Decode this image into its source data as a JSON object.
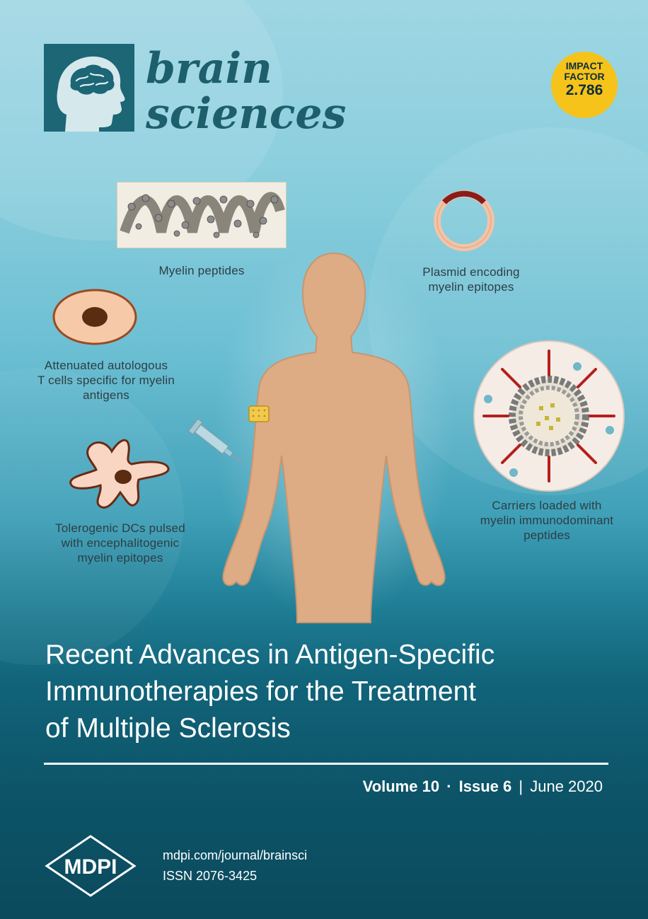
{
  "journal": {
    "name_line1": "brain",
    "name_line2": "sciences",
    "logo_icon": "head-brain-icon",
    "brand_color": "#1c6676"
  },
  "impact_factor": {
    "line1": "IMPACT",
    "line2": "FACTOR",
    "value": "2.786",
    "color": "#f5c31a"
  },
  "illustration": {
    "labels": {
      "myelin_peptides": "Myelin peptides",
      "plasmid_l1": "Plasmid encoding",
      "plasmid_l2": "myelin epitopes",
      "tcells_l1": "Attenuated autologous",
      "tcells_l2": "T cells specific for myelin",
      "tcells_l3": "antigens",
      "dcs_l1": "Tolerogenic DCs pulsed",
      "dcs_l2": "with encephalitogenic",
      "dcs_l3": "myelin epitopes",
      "carriers_l1": "Carriers loaded with",
      "carriers_l2": "myelin immunodominant",
      "carriers_l3": "peptides"
    }
  },
  "article": {
    "title_l1": "Recent Advances in Antigen-Specific",
    "title_l2": "Immunotherapies for the Treatment",
    "title_l3": "of Multiple Sclerosis"
  },
  "issue": {
    "volume": "Volume 10",
    "dot": "·",
    "issue": "Issue 6",
    "bar": "|",
    "date": "June 2020"
  },
  "publisher": {
    "logo_text": "MDPI",
    "url": "mdpi.com/journal/brainsci",
    "issn": "ISSN 2076-3425"
  }
}
